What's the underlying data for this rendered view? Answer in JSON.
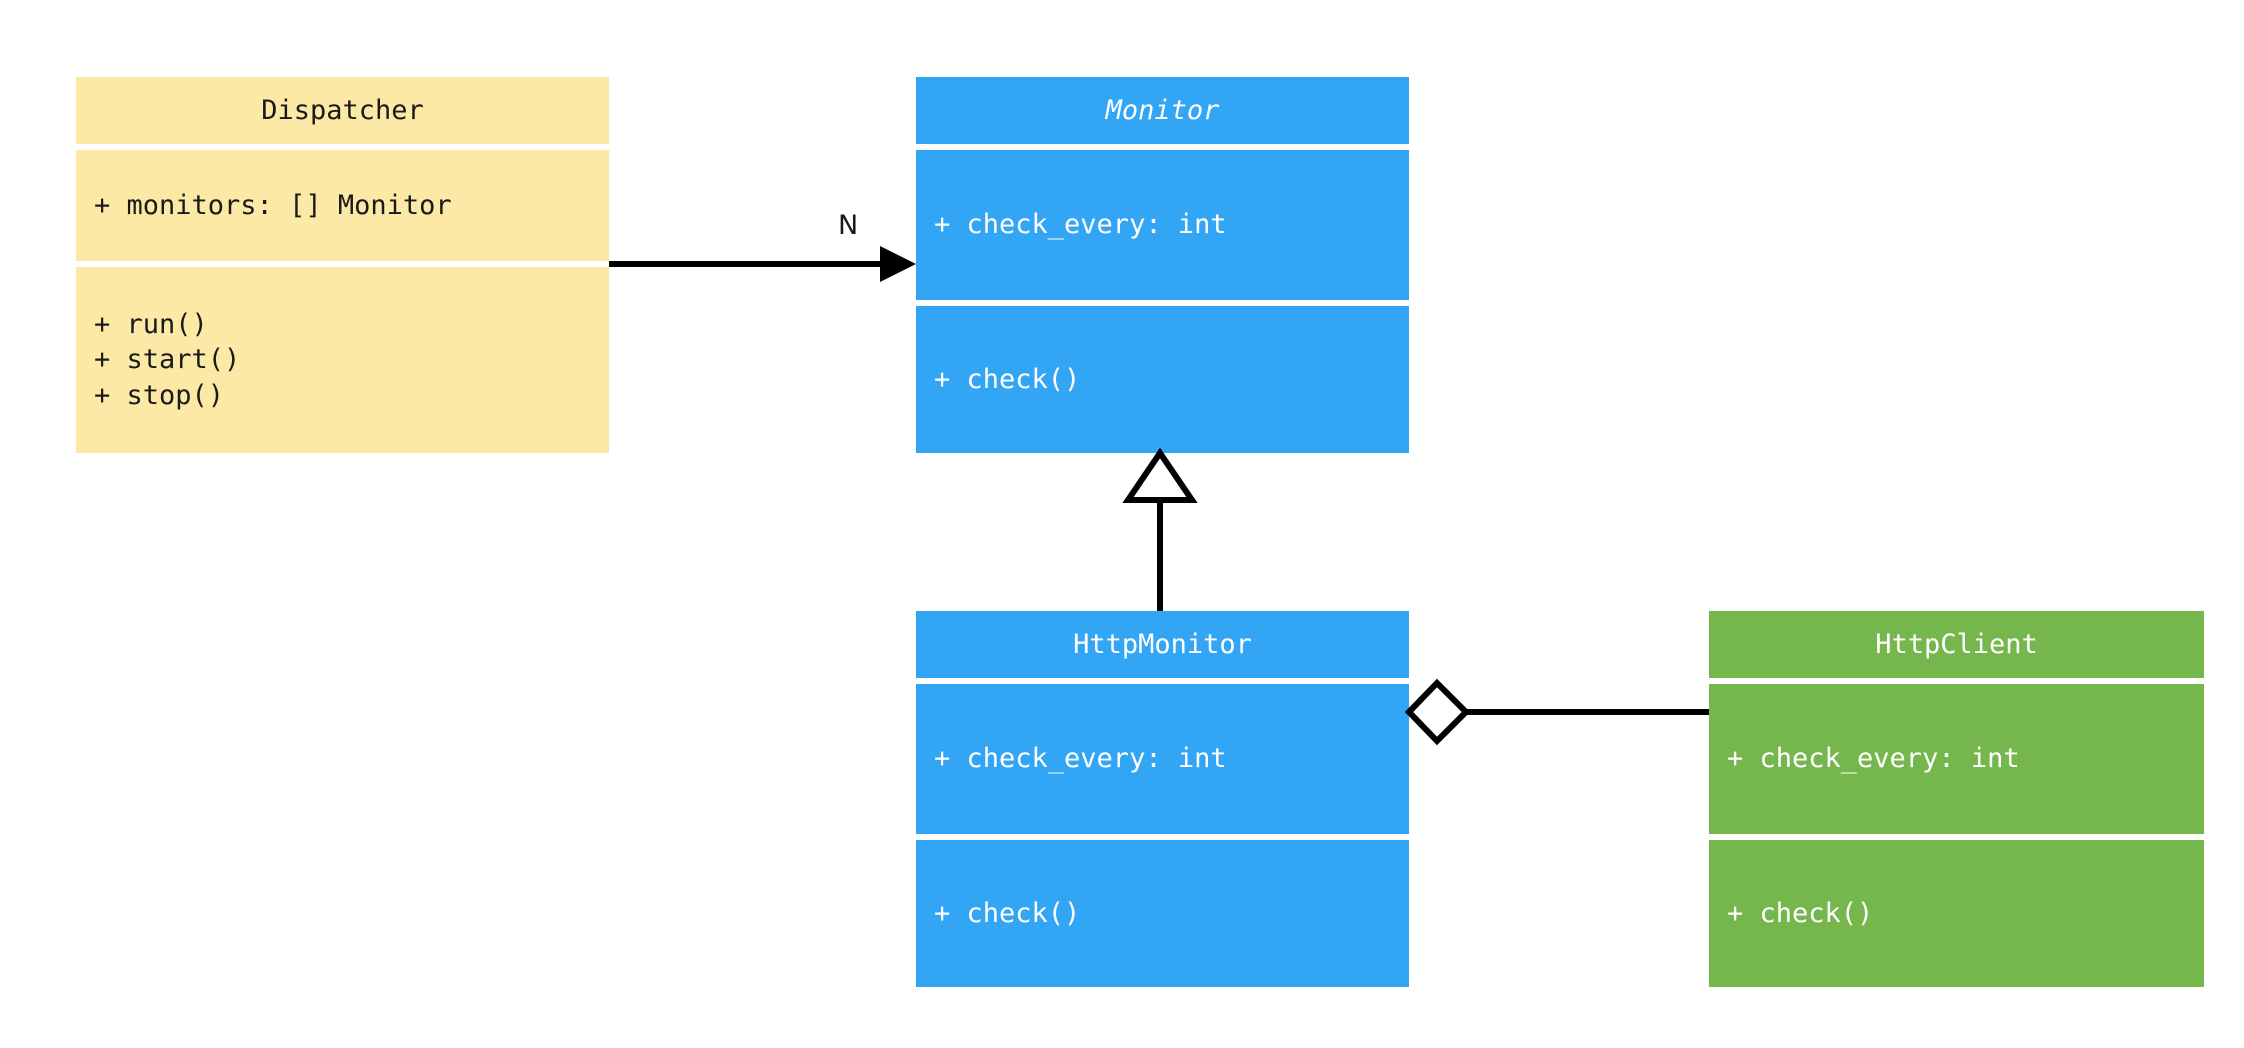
{
  "diagram": {
    "kind": "uml-class-diagram",
    "background": "#ffffff"
  },
  "palette": {
    "yellow": "#fce9a6",
    "blue": "#33a5f5",
    "green": "#76b74d",
    "line": "#000000",
    "dark_text": "#1a1a1a",
    "light_text": "#ffffff"
  },
  "classes": {
    "dispatcher": {
      "name": "Dispatcher",
      "abstract": false,
      "color": "#fce9a6",
      "attributes": [
        "+ monitors: [] Monitor"
      ],
      "methods": [
        "+ run()",
        "+ start()",
        "+ stop()"
      ]
    },
    "monitor": {
      "name": "Monitor",
      "abstract": true,
      "color": "#33a5f5",
      "attributes": [
        "+ check_every: int"
      ],
      "methods": [
        "+ check()"
      ]
    },
    "http_monitor": {
      "name": "HttpMonitor",
      "abstract": false,
      "color": "#33a5f5",
      "attributes": [
        "+ check_every: int"
      ],
      "methods": [
        "+ check()"
      ]
    },
    "http_client": {
      "name": "HttpClient",
      "abstract": false,
      "color": "#76b74d",
      "attributes": [
        "+ check_every: int"
      ],
      "methods": [
        "+ check()"
      ]
    }
  },
  "relations": {
    "dispatcher_to_monitor": {
      "type": "association",
      "from": "Dispatcher",
      "to": "Monitor",
      "multiplicity_label": "N",
      "arrow": "filled-triangle"
    },
    "http_monitor_to_monitor": {
      "type": "generalization",
      "from": "HttpMonitor",
      "to": "Monitor",
      "arrow": "hollow-triangle"
    },
    "http_monitor_to_http_client": {
      "type": "aggregation",
      "from": "HttpMonitor",
      "to": "HttpClient",
      "arrow": "hollow-diamond"
    }
  }
}
